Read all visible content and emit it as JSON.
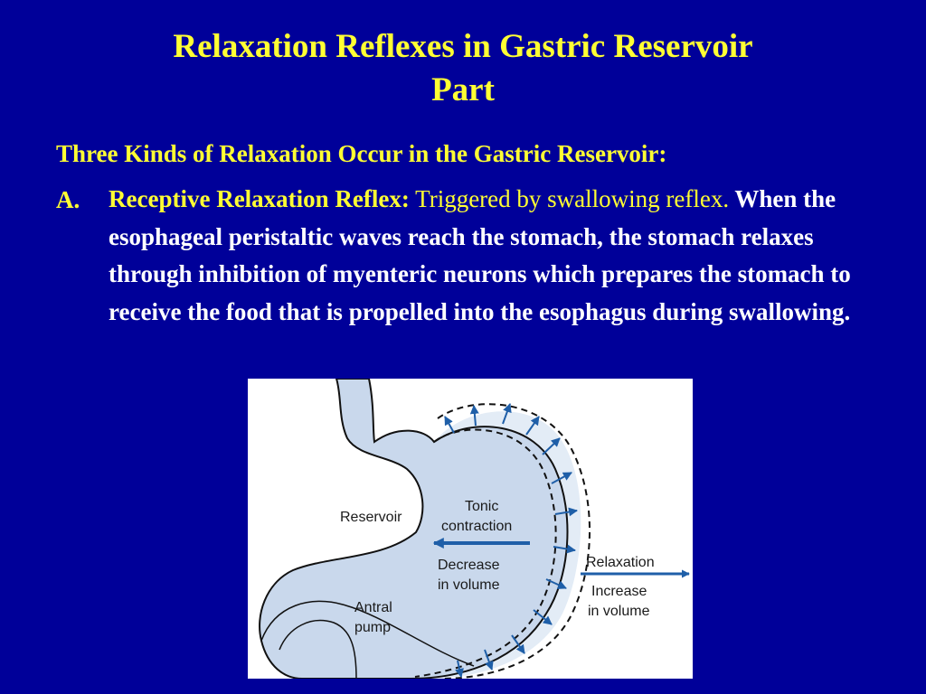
{
  "slide": {
    "title_line1": "Relaxation Reflexes in Gastric Reservoir",
    "title_line2": "Part",
    "subheading": "Three Kinds of Relaxation Occur in the Gastric Reservoir:",
    "item_marker": "A.",
    "item_lead": "Receptive Relaxation Reflex:",
    "item_trigger": " Triggered by swallowing reflex.",
    "item_body": " When the esophageal peristaltic waves reach the stomach, the stomach relaxes through inhibition of myenteric neurons which prepares the stomach to receive the food that is propelled into the esophagus during swallowing."
  },
  "figure": {
    "label_reservoir": "Reservoir",
    "label_tonic_1": "Tonic",
    "label_tonic_2": "contraction",
    "label_decrease_1": "Decrease",
    "label_decrease_2": "in volume",
    "label_antral_1": "Antral",
    "label_antral_2": "pump",
    "label_relaxation": "Relaxation",
    "label_increase_1": "Increase",
    "label_increase_2": "in volume"
  },
  "colors": {
    "background": "#000099",
    "title": "#ffff33",
    "body_text": "#ffffff",
    "stomach_fill": "#c9d8ec",
    "arrow": "#1f5fa8"
  }
}
